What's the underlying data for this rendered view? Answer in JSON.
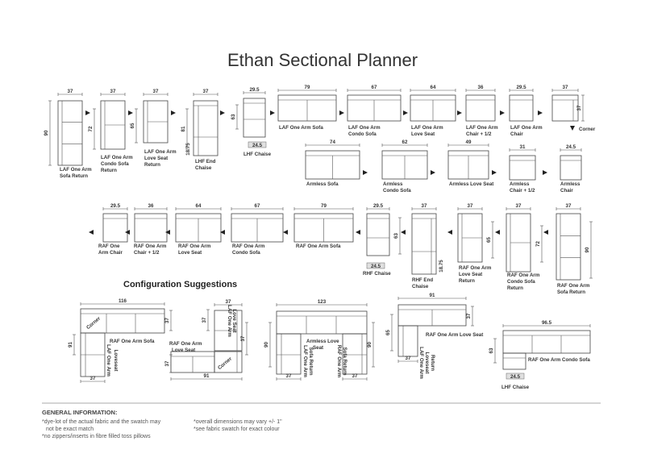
{
  "title": "Ethan Sectional Planner",
  "config_title": "Configuration Suggestions",
  "general_info": {
    "heading": "GENERAL INFORMATION:",
    "notes_left": [
      "*dye-lot of the actual fabric and the swatch may",
      "not be exact match",
      "*no zippers/inserts in fibre filled toss pillows"
    ],
    "notes_right": [
      "*overall dimensions may vary +/- 1\"",
      "*see fabric swatch for exact colour"
    ]
  },
  "row1": [
    {
      "label": [
        "LAF One Arm",
        "Sofa Return"
      ],
      "width": "37",
      "depth": "90"
    },
    {
      "label": [
        "LAF One Arm",
        "Condo Sofa",
        "Return"
      ],
      "width": "37",
      "depth": "72"
    },
    {
      "label": [
        "LAF One Arm",
        "Love Seat",
        "Return"
      ],
      "width": "37",
      "depth": "65"
    },
    {
      "label": [
        "LHF End",
        "Chaise"
      ],
      "width": "37",
      "depth": "81",
      "extra": "18.75"
    },
    {
      "label": [
        "LHF Chaise"
      ],
      "width": "29.5",
      "depth": "63",
      "extra": "24.5"
    },
    {
      "label": [
        "LAF One Arm Sofa"
      ],
      "width": "79"
    },
    {
      "label": [
        "LAF One Arm",
        "Condo Sofa"
      ],
      "width": "67"
    },
    {
      "label": [
        "LAF One Arm",
        "Love Seat"
      ],
      "width": "64"
    },
    {
      "label": [
        "LAF One Arm",
        "Chair + 1/2"
      ],
      "width": "36"
    },
    {
      "label": [
        "LAF One Arm",
        "Chair"
      ],
      "width": "29.5"
    },
    {
      "label": [
        "Corner"
      ],
      "width": "37",
      "depth": "37"
    }
  ],
  "row2": [
    {
      "label": [
        "Armless Sofa"
      ],
      "width": "74"
    },
    {
      "label": [
        "Armless",
        "Condo Sofa"
      ],
      "width": "62"
    },
    {
      "label": [
        "Armless Love Seat"
      ],
      "width": "49"
    },
    {
      "label": [
        "Armless",
        "Chair + 1/2"
      ],
      "width": "31"
    },
    {
      "label": [
        "Armless",
        "Chair"
      ],
      "width": "24.5"
    }
  ],
  "row3": [
    {
      "label": [
        "RAF One",
        "Arm Chair"
      ],
      "width": "29.5"
    },
    {
      "label": [
        "RAF One Arm",
        "Chair + 1/2"
      ],
      "width": "36"
    },
    {
      "label": [
        "RAF One Arm",
        "Love Seat"
      ],
      "width": "64"
    },
    {
      "label": [
        "RAF One Arm",
        "Condo Sofa"
      ],
      "width": "67"
    },
    {
      "label": [
        "RAF One Arm Sofa"
      ],
      "width": "79"
    },
    {
      "label": [
        "RHF Chaise"
      ],
      "width": "29.5",
      "depth": "63",
      "extra": "24.5"
    },
    {
      "label": [
        "RHF End",
        "Chaise"
      ],
      "width": "37",
      "extra": "18.75"
    },
    {
      "label": [
        "RAF One Arm",
        "Love Seat",
        "Return"
      ],
      "width": "37",
      "depth": "65"
    },
    {
      "label": [
        "RAF One Arm",
        "Condo Sofa",
        "Return"
      ],
      "width": "37",
      "depth": "72"
    },
    {
      "label": [
        "RAF One Arm",
        "Sofa Return"
      ],
      "width": "37",
      "depth": "90"
    }
  ],
  "configs": [
    {
      "dims": [
        "116",
        "37",
        "91",
        "37"
      ],
      "labels": [
        "Corner",
        "RAF One Arm Sofa",
        "LAF One Arm",
        "Loveseat"
      ]
    },
    {
      "dims": [
        "37",
        "37",
        "91",
        "37",
        "37"
      ],
      "labels": [
        "LAF One Arm",
        "Love Seat",
        "RAF One Arm",
        "Love Seat",
        "Corner"
      ]
    },
    {
      "dims": [
        "123",
        "90",
        "90",
        "37",
        "37"
      ],
      "labels": [
        "Armless Love",
        "Seat",
        "LAF One Arm",
        "Sofa Return",
        "RAF One Arm",
        "Sofa Return"
      ]
    },
    {
      "dims": [
        "91",
        "65",
        "37",
        "37"
      ],
      "labels": [
        "RAF One Arm Love Seat",
        "LAF One Arm",
        "Loveseat",
        "Return"
      ]
    },
    {
      "dims": [
        "96.5",
        "63",
        "24.5"
      ],
      "labels": [
        "RAF One Arm Condo Sofa",
        "LHF Chaise"
      ]
    }
  ]
}
